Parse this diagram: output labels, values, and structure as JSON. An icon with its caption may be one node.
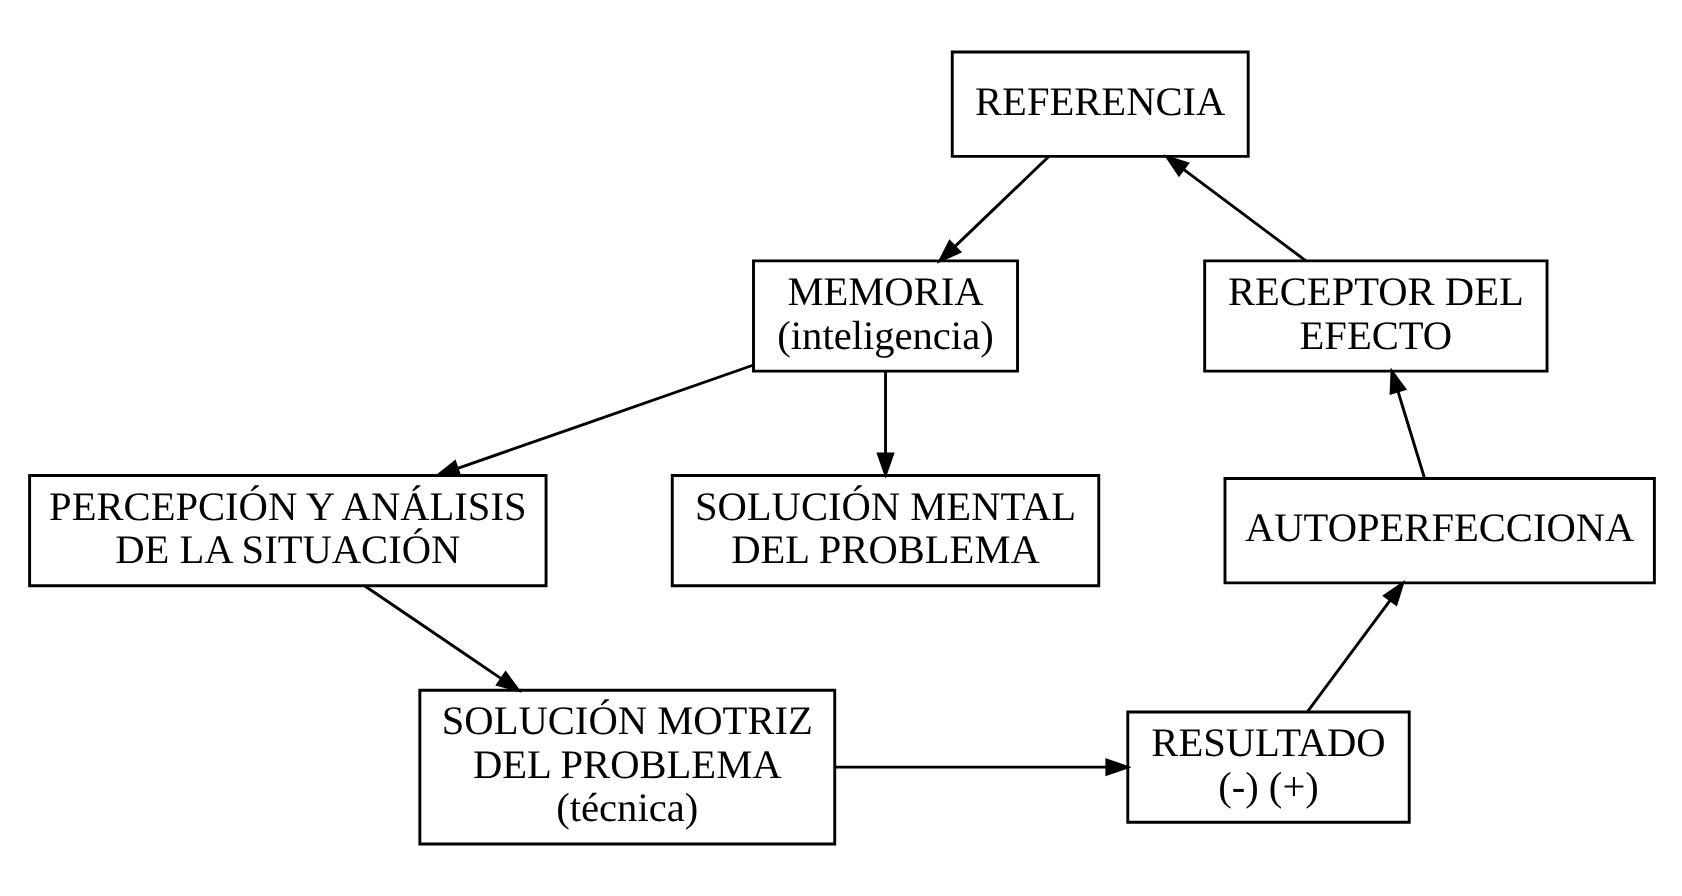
{
  "diagram": {
    "nodes": [
      {
        "text": [
          "REFERENCIA"
        ]
      },
      {
        "text": [
          "MEMORIA",
          "(inteligencia)"
        ]
      },
      {
        "text": [
          "PERCEPCIÓN Y ANÁLISIS DE LA SITUACIÓN"
        ]
      },
      {
        "text": [
          "SOLUCIÓN MENTAL DEL PROBLEMA"
        ]
      },
      {
        "text": [
          "SOLUCIÓN MOTRIZ DEL PROBLEMA",
          "(técnica)"
        ]
      },
      {
        "text": [
          "RESULTADO",
          "(-) (+)"
        ]
      },
      {
        "text": [
          "AUTOPERFECCIONA"
        ]
      },
      {
        "text": [
          "RECEPTOR DEL EFECTO"
        ]
      }
    ],
    "edges": [
      {
        "from": 0,
        "to": 1,
        "arrow": "to"
      },
      {
        "from": 1,
        "to": 2,
        "arrow": "to"
      },
      {
        "from": 1,
        "to": 3,
        "arrow": "to"
      },
      {
        "from": 2,
        "to": 4,
        "arrow": "to"
      },
      {
        "from": 4,
        "to": 5,
        "arrow": "to"
      },
      {
        "from": 5,
        "to": 6,
        "arrow": "to"
      },
      {
        "from": 6,
        "to": 7,
        "arrow": "to"
      },
      {
        "from": 7,
        "to": 0,
        "arrow": "to"
      }
    ]
  }
}
